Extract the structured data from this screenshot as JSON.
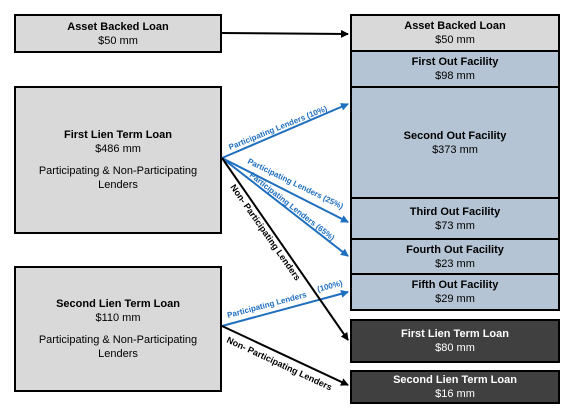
{
  "left": {
    "abl": {
      "title": "Asset Backed Loan",
      "amount": "$50 mm"
    },
    "first_lien": {
      "title": "First Lien Term Loan",
      "amount": "$486 mm",
      "note": "Participating & Non-Participating Lenders"
    },
    "second_lien": {
      "title": "Second Lien Term Loan",
      "amount": "$110 mm",
      "note": "Participating & Non-Participating Lenders"
    }
  },
  "right": {
    "abl": {
      "title": "Asset Backed Loan",
      "amount": "$50 mm"
    },
    "first_out": {
      "title": "First Out Facility",
      "amount": "$98 mm"
    },
    "second_out": {
      "title": "Second Out Facility",
      "amount": "$373 mm"
    },
    "third_out": {
      "title": "Third Out Facility",
      "amount": "$73 mm"
    },
    "fourth_out": {
      "title": "Fourth Out Facility",
      "amount": "$23 mm"
    },
    "fifth_out": {
      "title": "Fifth Out Facility",
      "amount": "$29 mm"
    },
    "first_lien": {
      "title": "First Lien Term Loan",
      "amount": "$80 mm"
    },
    "second_lien": {
      "title": "Second Lien Term Loan",
      "amount": "$16 mm"
    }
  },
  "arrows": {
    "p10": "Participating Lenders (10%)",
    "p25": "Participating Lenders (25%)",
    "p65": "Participating Lenders (65%)",
    "p100a": "Participating Lenders",
    "p100b": "(100%)",
    "np1": "Non- Participating Lenders",
    "np2": "Non- Participating Lenders"
  },
  "colors": {
    "arrow_blue": "#1f6fbf",
    "arrow_black": "#000000",
    "box_grey": "#d9d9d9",
    "box_blue": "#b4c4d4",
    "box_dark": "#404040"
  }
}
